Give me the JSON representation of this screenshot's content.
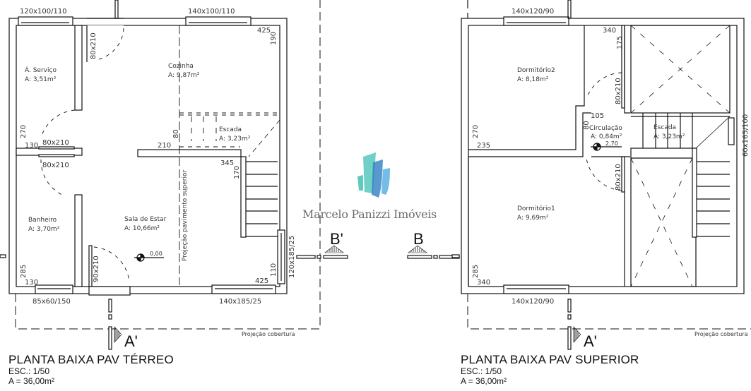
{
  "brand": {
    "name": "Marcelo Panizzi Imóveis",
    "colors": [
      "#3fc1b0",
      "#4a90c8",
      "#2f7fc0",
      "#5ab0e0"
    ]
  },
  "plans": [
    {
      "title": "PLANTA BAIXA PAV TÉRREO",
      "scale": "ESC.: 1/50",
      "area": "A = 36,00m²",
      "projection_label": "Projeção cobertura",
      "upper_floor_projection": "Projeção pavimento superior",
      "level": "0,00",
      "rooms": [
        {
          "name": "Á. Serviço",
          "area": "A: 3,51m²"
        },
        {
          "name": "Cozinha",
          "area": "A: 9,87m²"
        },
        {
          "name": "Escada",
          "area": "A: 3,23m²"
        },
        {
          "name": "Banheiro",
          "area": "A: 3,70m²"
        },
        {
          "name": "Sala de Estar",
          "area": "A: 10,66m²"
        }
      ],
      "dimensions": {
        "win_servico": "120x100/110",
        "win_cozinha": "140x100/110",
        "door_servico": "80x210",
        "door_banheiro_top": "80x210",
        "door_banheiro": "80x210",
        "door_entrada": "90x210",
        "win_banheiro": "85x60/150",
        "win_sala": "140x185/25",
        "win_side": "120x185/25",
        "d425a": "425",
        "d190": "190",
        "d270": "270",
        "d130a": "130",
        "d210": "210",
        "d80": "80",
        "d345": "345",
        "d170": "170",
        "d285": "285",
        "d130b": "130",
        "d110": "110",
        "d425b": "425"
      },
      "section_marks": {
        "a": "A'",
        "b": "B'"
      }
    },
    {
      "title": "PLANTA BAIXA PAV SUPERIOR",
      "scale": "ESC.: 1/50",
      "area": "A = 36,00m²",
      "projection_label": "Projeção cobertura",
      "level": "2,70",
      "rooms": [
        {
          "name": "Dormitório2",
          "area": "A: 8,18m²"
        },
        {
          "name": "Circulação",
          "area": "A: 0,84m²"
        },
        {
          "name": "Escada",
          "area": "A: 3,23m²"
        },
        {
          "name": "Dormitório1",
          "area": "A: 9,69m²"
        }
      ],
      "dimensions": {
        "win_dorm2": "140x120/90",
        "win_dorm1": "140x120/90",
        "win_escada": "60x165/100",
        "door_dorm2": "80x210",
        "door_dorm1": "80x210",
        "d340a": "340",
        "d175": "175",
        "d105": "105",
        "d80": "80",
        "d270": "270",
        "d235": "235",
        "d285": "285",
        "d340b": "340"
      },
      "section_marks": {
        "a": "A'",
        "b": "B"
      }
    }
  ]
}
